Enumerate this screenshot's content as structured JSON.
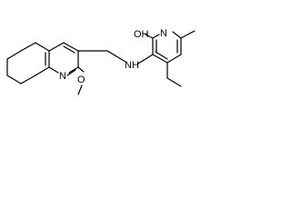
{
  "labels": {
    "hydroxyl": "OH",
    "pyridinone_nitrogen": "N",
    "amine": "NH",
    "quinoline_nitrogen": "N",
    "methoxy_oxygen": "O"
  },
  "colors": {
    "bond": "#000000",
    "text": "#000000",
    "background": "#ffffff"
  }
}
